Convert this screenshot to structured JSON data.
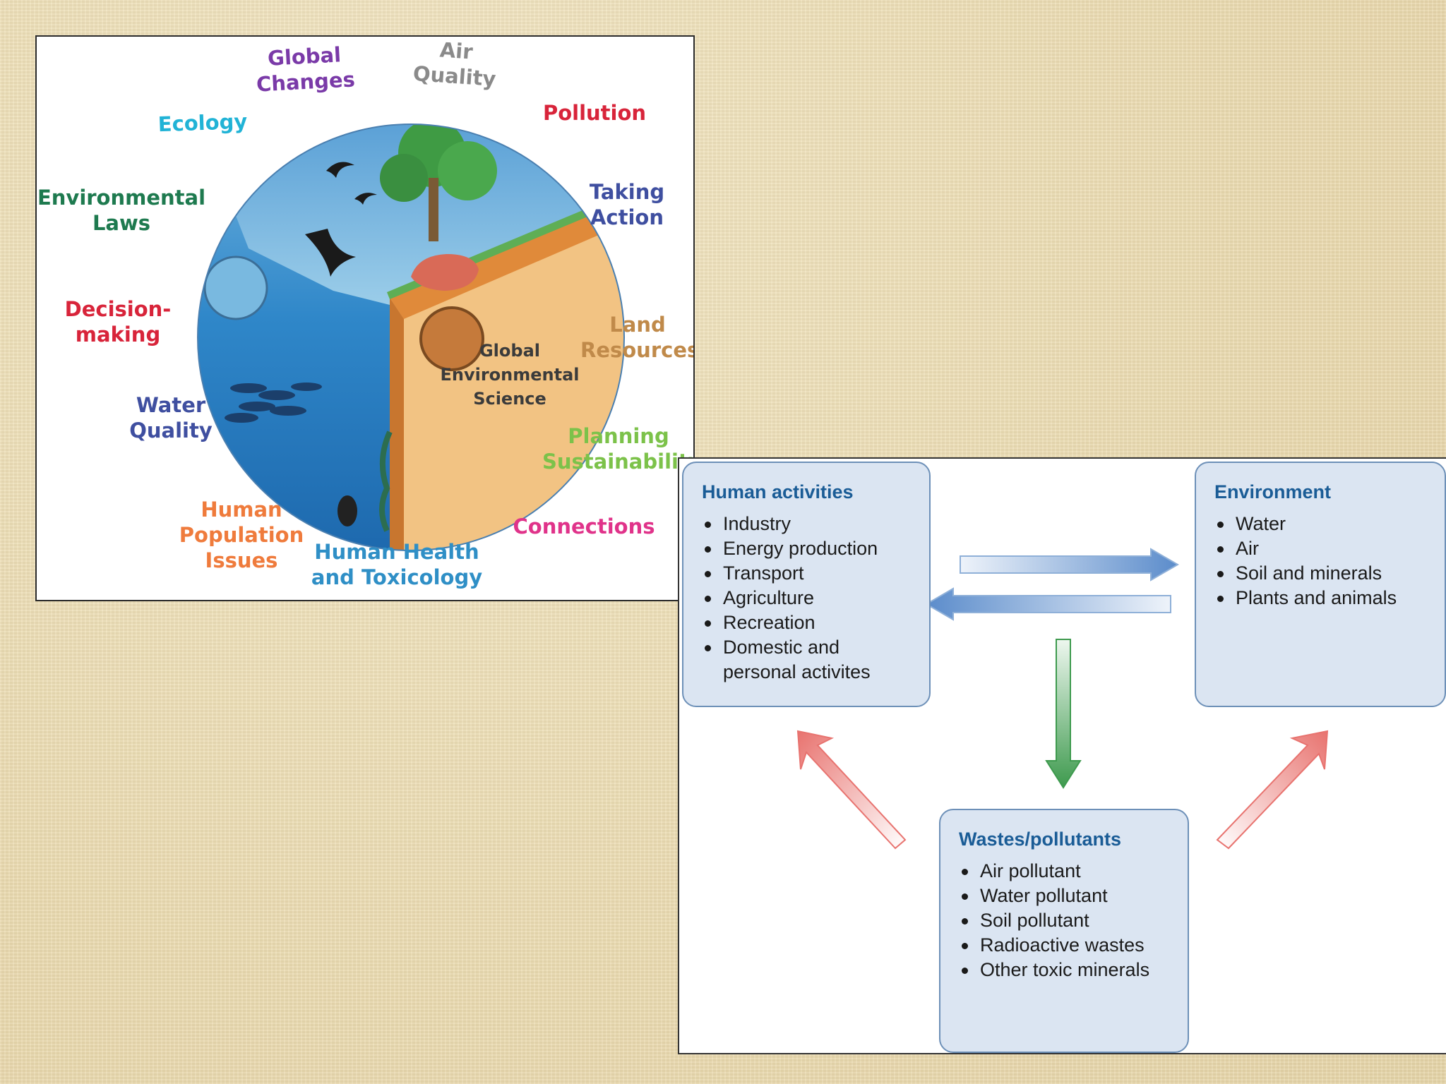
{
  "left_figure": {
    "center_label": "Global\nEnvironmental\nScience",
    "topics": [
      {
        "text": "Global\nChanges",
        "color": "#7a3aa8"
      },
      {
        "text": "Air\nQuality",
        "color": "#8a8a8a"
      },
      {
        "text": "Pollution",
        "color": "#d8243a"
      },
      {
        "text": "Ecology",
        "color": "#21b3d6"
      },
      {
        "text": "Environmental\nLaws",
        "color": "#1e7a4f"
      },
      {
        "text": "Taking\nAction",
        "color": "#3f4fa0"
      },
      {
        "text": "Decision-\nmaking",
        "color": "#d8243a"
      },
      {
        "text": "Land\nResources",
        "color": "#c08a4a"
      },
      {
        "text": "Water\nQuality",
        "color": "#3f4fa0"
      },
      {
        "text": "Planning\nSustainability",
        "color": "#7cc24a"
      },
      {
        "text": "Human\nPopulation\nIssues",
        "color": "#ef7b3c"
      },
      {
        "text": "Connections",
        "color": "#e0338a"
      },
      {
        "text": "Human Health\nand Toxicology",
        "color": "#2f8fc6"
      }
    ]
  },
  "flow_diagram": {
    "human_activities": {
      "title": "Human activities",
      "items": [
        "Industry",
        "Energy production",
        "Transport",
        "Agriculture",
        "Recreation",
        "Domestic and\npersonal activites"
      ]
    },
    "environment": {
      "title": "Environment",
      "items": [
        "Water",
        "Air",
        "Soil and minerals",
        "Plants and animals"
      ]
    },
    "wastes": {
      "title": "Wastes/pollutants",
      "items": [
        "Air pollutant",
        "Water pollutant",
        "Soil pollutant",
        "Radioactive wastes",
        "Other toxic minerals"
      ]
    },
    "colors": {
      "box_fill": "#dbe5f2",
      "title_blue": "#1a5c96",
      "arrow_blue": "#5b8ccb",
      "arrow_green": "#3e9a4e",
      "arrow_red": "#e8736f"
    }
  }
}
